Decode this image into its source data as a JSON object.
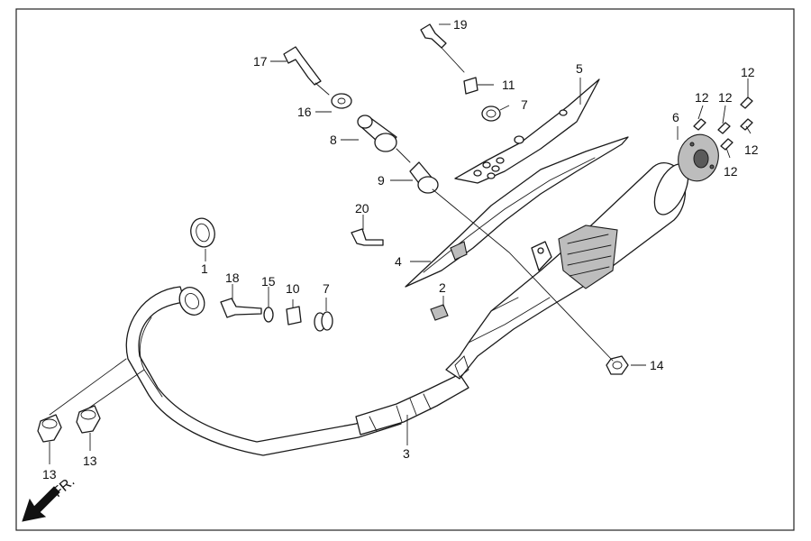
{
  "diagram": {
    "callouts": {
      "c1": "1",
      "c2": "2",
      "c3": "3",
      "c4": "4",
      "c5": "5",
      "c6": "6",
      "c7a": "7",
      "c7b": "7",
      "c8": "8",
      "c9": "9",
      "c10": "10",
      "c11": "11",
      "c12a": "12",
      "c12b": "12",
      "c12c": "12",
      "c12d": "12",
      "c12e": "12",
      "c13a": "13",
      "c13b": "13",
      "c14": "14",
      "c15": "15",
      "c16": "16",
      "c17": "17",
      "c18": "18",
      "c19": "19",
      "c20": "20"
    },
    "direction_label": "FR."
  }
}
